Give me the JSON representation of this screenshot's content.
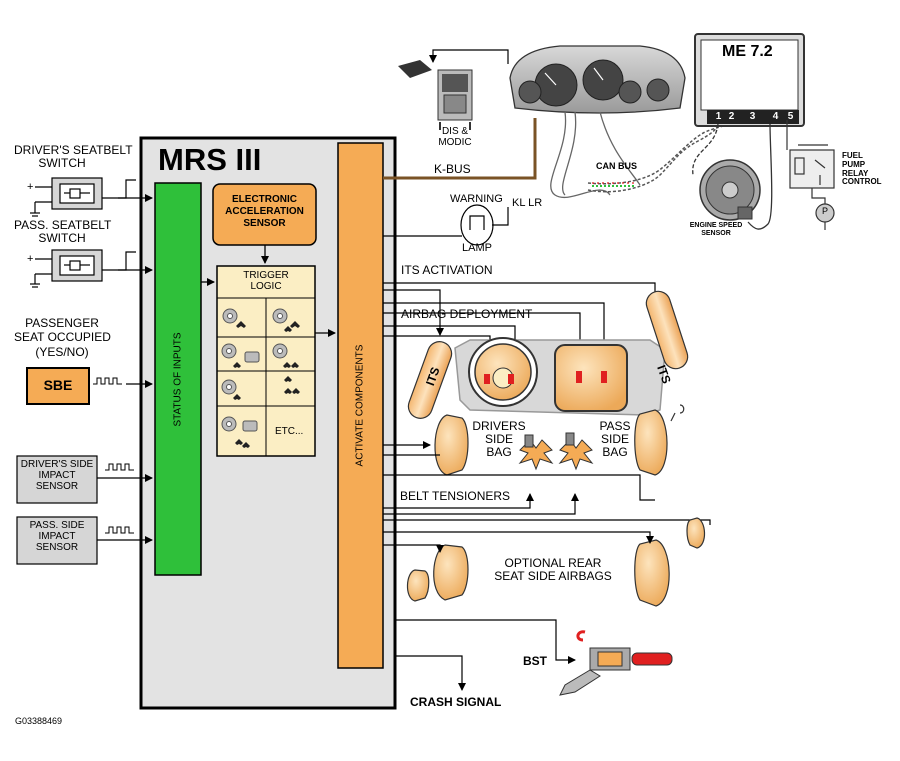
{
  "title": "MRS III",
  "inputs": {
    "driver_seatbelt_switch": "DRIVER'S SEATBELT\nSWITCH",
    "pass_seatbelt_switch": "PASS. SEATBELT\nSWITCH",
    "passenger_seat_occupied": "PASSENGER\nSEAT OCCUPIED\n(YES/NO)",
    "sbe": "SBE",
    "driver_side_impact_sensor": "DRIVER'S SIDE\nIMPACT\nSENSOR",
    "pass_side_impact_sensor": "PASS. SIDE\nIMPACT\nSENSOR"
  },
  "module": {
    "status_of_inputs": "STATUS OF INPUTS",
    "electronic_acceleration_sensor": "ELECTRONIC\nACCELERATION\nSENSOR",
    "trigger_logic": "TRIGGER\nLOGIC",
    "trigger_etc": "ETC...",
    "activate_components": "ACTIVATE COMPONENTS"
  },
  "network": {
    "dis_modic": "DIS &\nMODIC",
    "kbus": "K-BUS",
    "can_bus": "CAN BUS",
    "me72": "ME 7.2",
    "me_pins": [
      "1",
      "2",
      "3",
      "4",
      "5"
    ],
    "engine_speed_sensor": "ENGINE SPEED\nSENSOR",
    "fuel_pump_relay_control": "FUEL\nPUMP\nRELAY\nCONTROL",
    "pump_symbol": "P"
  },
  "outputs": {
    "warning": "WARNING",
    "lamp": "LAMP",
    "kl_lr": "KL LR",
    "its_activation": "ITS ACTIVATION",
    "airbag_deployment": "AIRBAG DEPLOYMENT",
    "its_left": "ITS",
    "its_right": "ITS",
    "drivers_side_bag": "DRIVERS\nSIDE\nBAG",
    "pass_side_bag": "PASS\nSIDE\nBAG",
    "belt_tensioners": "BELT TENSIONERS",
    "optional_rear": "OPTIONAL REAR\nSEAT SIDE AIRBAGS",
    "bst": "BST",
    "crash_signal": "CRASH SIGNAL"
  },
  "figure_id": "G03388469",
  "colors": {
    "module_bg": "#e3e3e3",
    "green": "#2fc03a",
    "orange": "#f5ab55",
    "trigger_bg": "#fbeec4",
    "airbag": "#f7c98e",
    "kbus": "#7a5326",
    "red": "#e02020"
  }
}
